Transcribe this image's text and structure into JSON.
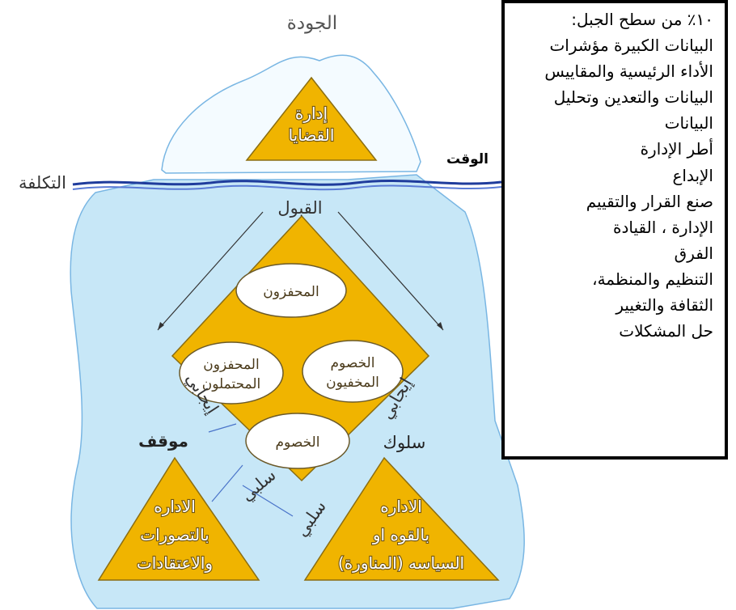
{
  "diagram": {
    "top_label": "الجودة",
    "time_label": "الوقت",
    "cost_label": "التكلفة",
    "acceptance_label": "القبول",
    "positive_left": "إيجابي",
    "positive_right": "إيجابي",
    "attitude_label": "موقف",
    "behavior_label": "سلوك",
    "negative_1": "سلبي",
    "negative_2": "سلبي",
    "top_triangle": {
      "line1": "إدارة",
      "line2": "القضايا"
    },
    "ovals": {
      "top": "المحفزون",
      "left_line1": "المحفزون",
      "left_line2": "المحتملون",
      "right_line1": "الخصوم",
      "right_line2": "المخفيون",
      "bottom": "الخصوم"
    },
    "left_triangle": {
      "line1": "الاداره",
      "line2": "بالتصورات",
      "line3": "والاعتقادات"
    },
    "right_triangle": {
      "line1": "الاداره",
      "line2": "بالقوه او",
      "line3": "السياسه (المناورة)"
    }
  },
  "colors": {
    "water": "#c7e7f7",
    "triangle": "#f0b400",
    "rope": "#1f3c9c"
  },
  "info_box": {
    "lines": [
      "١٠٪ من سطح الجبل:",
      "البيانات الكبيرة مؤشرات",
      "الأداء الرئيسية والمقاييس",
      "البيانات والتعدين وتحليل",
      "البيانات",
      "أطر الإدارة",
      "الإبداع",
      "صنع القرار والتقييم",
      "الإدارة ، القيادة",
      "الفرق",
      "التنظيم والمنظمة،",
      "الثقافة والتغيير",
      "حل المشكلات"
    ]
  }
}
